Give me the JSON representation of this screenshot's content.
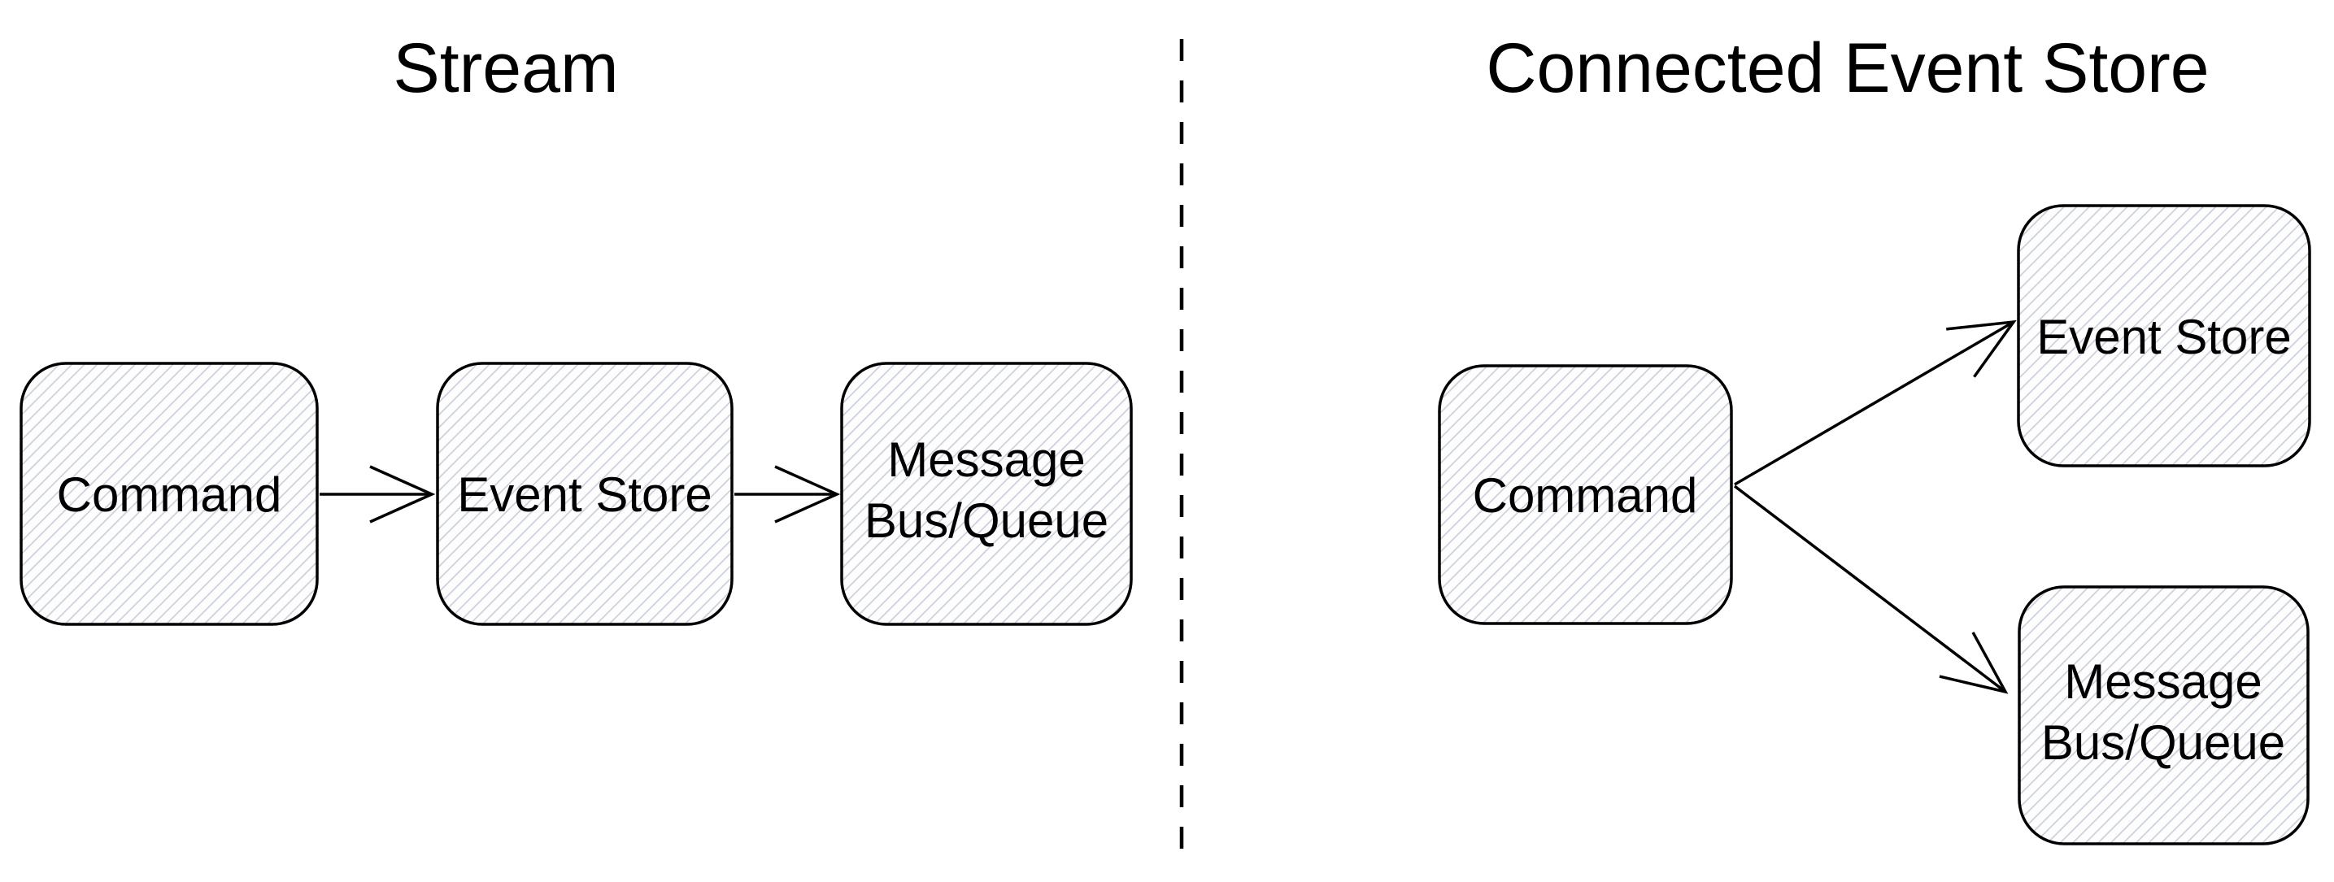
{
  "colors": {
    "line": "#000000",
    "text": "#000000",
    "hatch_line": "#c9cdd8",
    "node_fill": "#fdfdfe",
    "background": "#ffffff"
  },
  "sections": {
    "stream": {
      "title": "Stream",
      "nodes": {
        "command": "Command",
        "event_store": "Event Store",
        "message_bus_line1": "Message",
        "message_bus_line2": "Bus/Queue"
      }
    },
    "connected_event_store": {
      "title": "Connected Event Store",
      "nodes": {
        "command": "Command",
        "event_store": "Event Store",
        "message_bus_line1": "Message",
        "message_bus_line2": "Bus/Queue"
      }
    }
  }
}
